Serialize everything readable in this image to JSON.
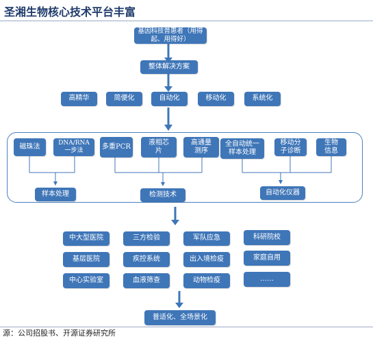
{
  "title": "圣湘生物核心技术平台丰富",
  "source": "源：公司招股书、开源证券研究所",
  "top_box": "基因科技普惠者（用得起、用得好）",
  "solution_box": "整体解决方案",
  "traits": [
    "高精华",
    "简便化",
    "自动化",
    "移动化",
    "系统化"
  ],
  "tech": {
    "methods": [
      "磁珠法",
      "DNA/RNA\n一步法",
      "多重PCR",
      "液相芯\n片",
      "高通量\n测序",
      "全自动统一\n样本处理",
      "移动分\n子诊断",
      "生物\n信息"
    ],
    "groups": [
      "样本处理",
      "检测技术",
      "自动化仪器"
    ]
  },
  "applications": [
    "中大型医院",
    "三方检验",
    "军队应急",
    "科研院校",
    "基层医院",
    "疾控系统",
    "出入境检疫",
    "家庭自用",
    "中心实验室",
    "血液筛查",
    "动物检疫",
    "……"
  ],
  "bottom_box": "普适化、全场景化"
}
